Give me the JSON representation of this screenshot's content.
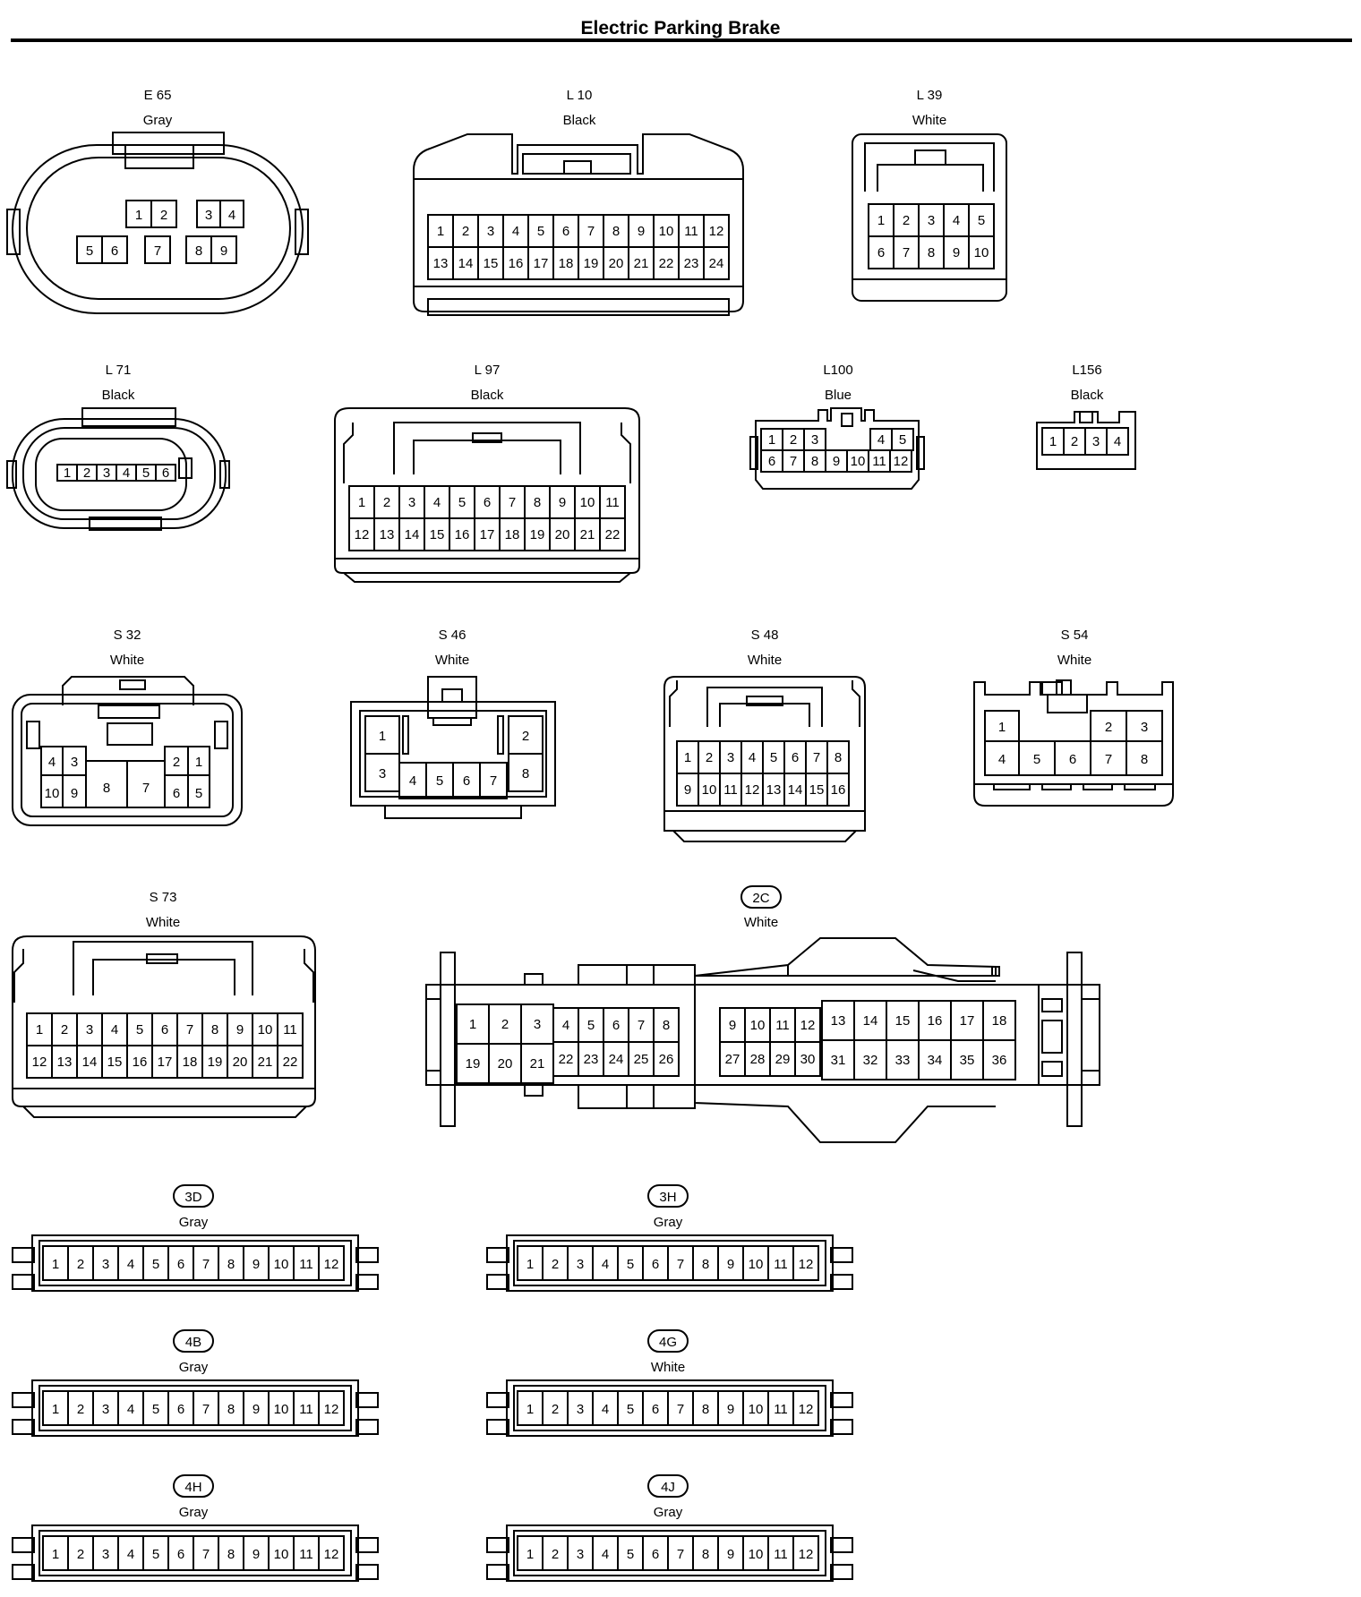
{
  "title": "Electric Parking Brake",
  "connectors": {
    "E65": {
      "code": "E 65",
      "color": "Gray"
    },
    "L10": {
      "code": "L 10",
      "color": "Black"
    },
    "L39": {
      "code": "L 39",
      "color": "White"
    },
    "L71": {
      "code": "L 71",
      "color": "Black"
    },
    "L97": {
      "code": "L 97",
      "color": "Black"
    },
    "L100": {
      "code": "L100",
      "color": "Blue"
    },
    "L156": {
      "code": "L156",
      "color": "Black"
    },
    "S32": {
      "code": "S 32",
      "color": "White"
    },
    "S46": {
      "code": "S 46",
      "color": "White"
    },
    "S48": {
      "code": "S 48",
      "color": "White"
    },
    "S54": {
      "code": "S 54",
      "color": "White"
    },
    "S73": {
      "code": "S 73",
      "color": "White"
    },
    "C2C": {
      "code": "2C",
      "color": "White"
    },
    "C3D": {
      "code": "3D",
      "color": "Gray"
    },
    "C3H": {
      "code": "3H",
      "color": "Gray"
    },
    "C4B": {
      "code": "4B",
      "color": "Gray"
    },
    "C4G": {
      "code": "4G",
      "color": "White"
    },
    "C4H": {
      "code": "4H",
      "color": "Gray"
    },
    "C4J": {
      "code": "4J",
      "color": "Gray"
    }
  }
}
